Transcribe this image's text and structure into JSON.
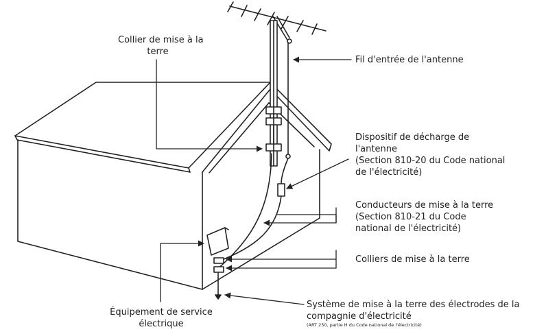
{
  "labels": {
    "collier_haut": {
      "line1": "Collier de mise à la",
      "line2": "terre"
    },
    "fil_entree": "Fil d'entrée de l'antenne",
    "dispositif": {
      "line1": "Dispositif de décharge de",
      "line2": "l'antenne",
      "line3": "(Section 810-20 du Code national",
      "line4": "de l'électricité)"
    },
    "conducteurs": {
      "line1": "Conducteurs de mise à la terre",
      "line2": "(Section 810-21 du Code",
      "line3": "national de l'électricité)"
    },
    "colliers": "Colliers de mise à la terre",
    "systeme": {
      "line1": "Système de mise à la terre des électrodes de la",
      "line2": "compagnie d'électricité",
      "note": "(ART 250, partie H du Code national de l'électricité)"
    },
    "equipement": {
      "line1": "Équipement de service",
      "line2": "électrique"
    }
  },
  "colors": {
    "line": "#222222",
    "background": "#ffffff"
  }
}
